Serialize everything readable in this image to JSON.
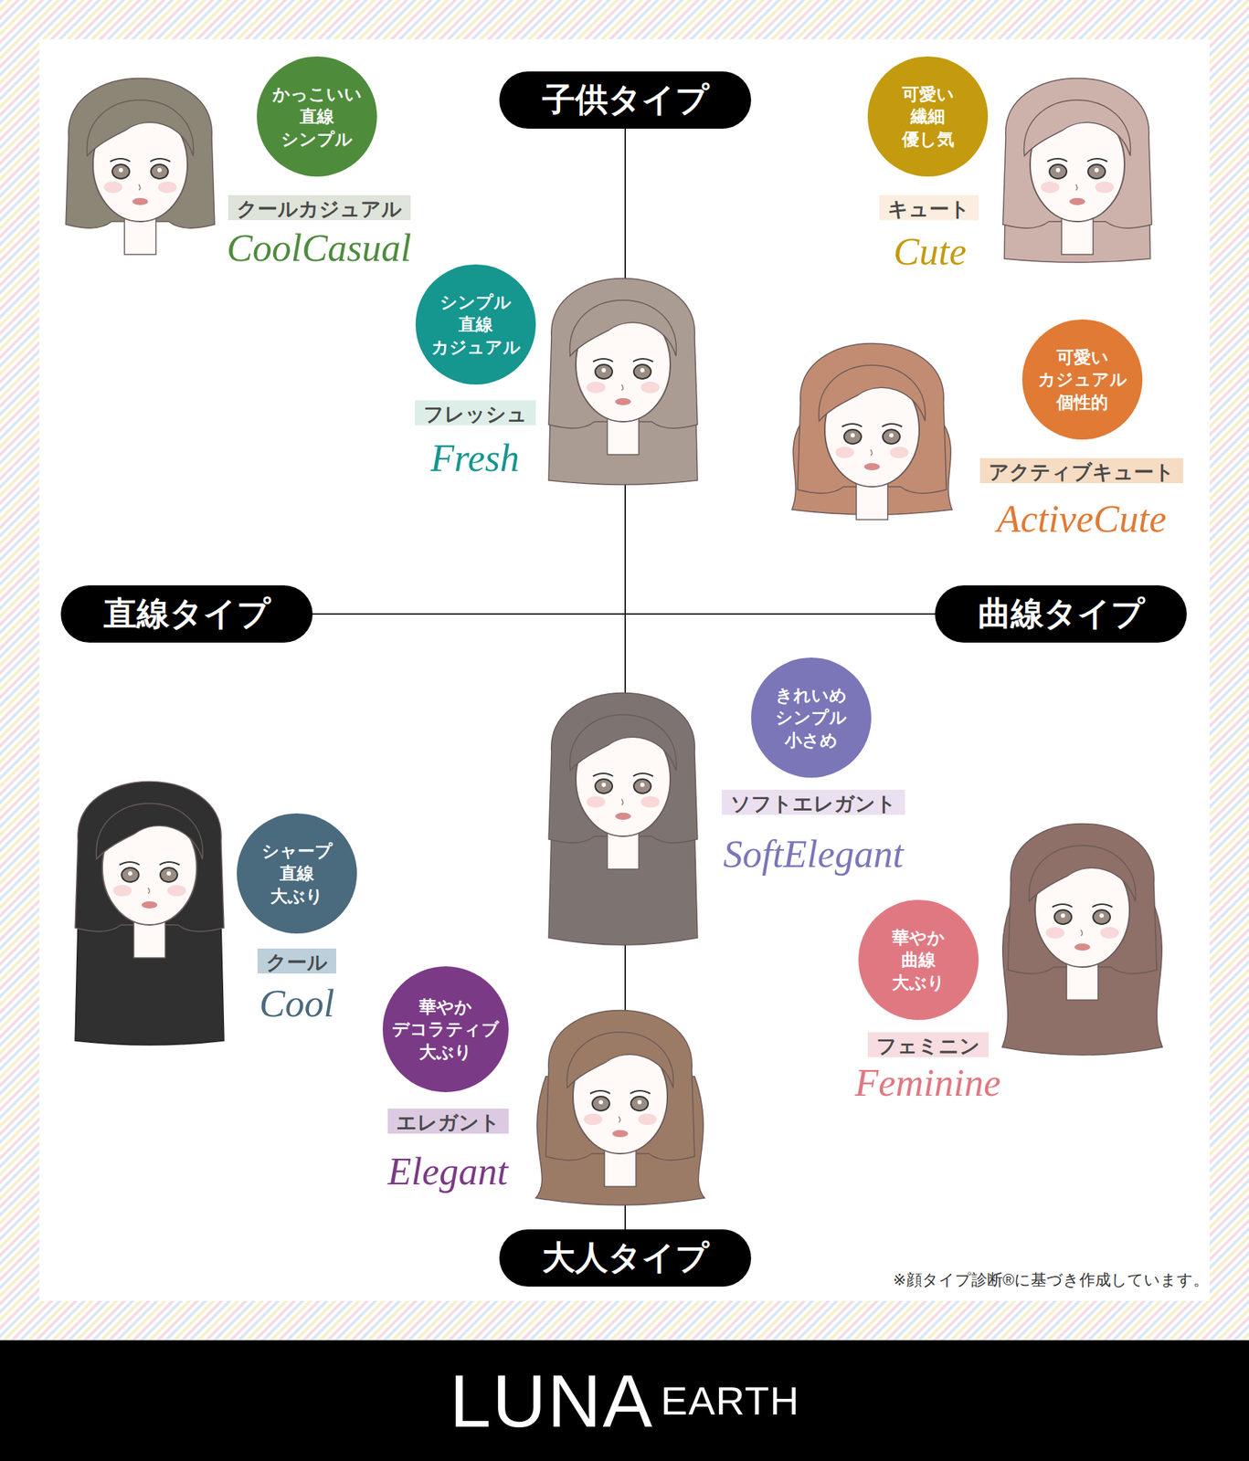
{
  "diagram": {
    "nodes": [
      {
        "text": [
          "子供タイプ"
        ]
      },
      {
        "text": [
          "かっこいい 直線 シンプル"
        ]
      },
      {
        "text": [
          "クールカジュアル"
        ]
      },
      {
        "text": [
          "可愛い 繊細 優し気"
        ]
      },
      {
        "text": [
          "キュート"
        ]
      },
      {
        "text": [
          "シンプル 直線 カジュアル"
        ]
      },
      {
        "text": [
          "フレッシュ"
        ]
      },
      {
        "text": [
          "可愛い カジュアル 個性的"
        ]
      },
      {
        "text": [
          "アクティブキュート"
        ]
      },
      {
        "text": [
          "直線タイプ"
        ]
      },
      {
        "text": [
          "曲線タイプ"
        ]
      },
      {
        "text": [
          "きれいめ シンプル 小さめ"
        ]
      },
      {
        "text": [
          "ソフトエレガント"
        ]
      },
      {
        "text": [
          "シャープ 直線 大ぶり"
        ]
      },
      {
        "text": [
          "クール"
        ]
      },
      {
        "text": [
          "華やか 曲線 大ぶり"
        ]
      },
      {
        "text": [
          "フェミニン"
        ]
      },
      {
        "text": [
          "華やか デコラティブ 大ぶり"
        ]
      },
      {
        "text": [
          "エレガント"
        ]
      },
      {
        "text": [
          "大人タイプ"
        ]
      },
      {
        "text": [
          "LUNA",
          "EARTH"
        ]
      }
    ],
    "edges": [
      {
        "from": 0,
        "to": 19,
        "arrow": "none"
      },
      {
        "from": 9,
        "to": 10,
        "arrow": "none"
      }
    ],
    "labels": [
      "CoolCasual",
      "Cute",
      "Fresh",
      "ActiveCute",
      "SoftElegant",
      "Cool",
      "Feminine",
      "Elegant",
      "※顔タイプ診断®に基づき作成しています。"
    ]
  }
}
